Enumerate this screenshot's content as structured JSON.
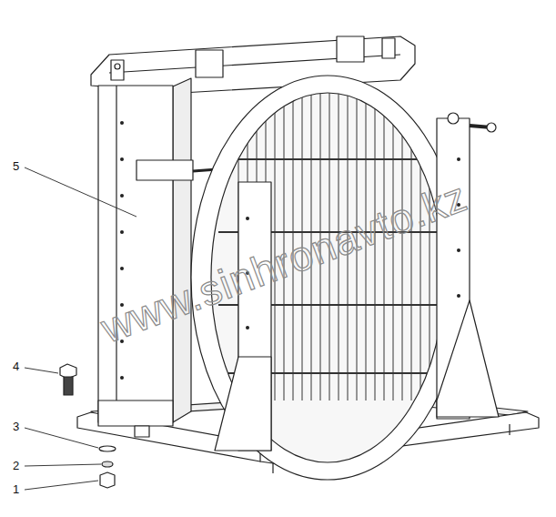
{
  "diagram": {
    "labels": [
      "5",
      "4",
      "3",
      "2",
      "1",
      "www.sinhronavto.kz"
    ]
  }
}
